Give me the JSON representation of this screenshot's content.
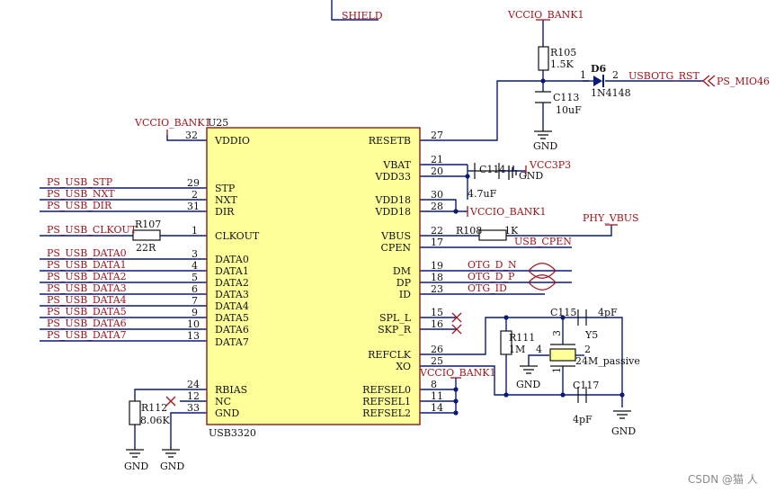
{
  "chip": {
    "ref": "U25",
    "part": "USB3320",
    "left_pins": [
      {
        "num": "32",
        "name": "VDDIO",
        "net": "VCCIO_BANK1"
      },
      {
        "num": "29",
        "name": "STP",
        "net": "PS_USB_STP"
      },
      {
        "num": "2",
        "name": "NXT",
        "net": "PS_USB_NXT"
      },
      {
        "num": "31",
        "name": "DIR",
        "net": "PS_USB_DIR"
      },
      {
        "num": "1",
        "name": "CLKOUT",
        "net": "PS_USB_CLKOUT"
      },
      {
        "num": "3",
        "name": "DATA0",
        "net": "PS_USB_DATA0"
      },
      {
        "num": "4",
        "name": "DATA1",
        "net": "PS_USB_DATA1"
      },
      {
        "num": "5",
        "name": "DATA2",
        "net": "PS_USB_DATA2"
      },
      {
        "num": "6",
        "name": "DATA3",
        "net": "PS_USB_DATA3"
      },
      {
        "num": "7",
        "name": "DATA4",
        "net": "PS_USB_DATA4"
      },
      {
        "num": "9",
        "name": "DATA5",
        "net": "PS_USB_DATA5"
      },
      {
        "num": "10",
        "name": "DATA6",
        "net": "PS_USB_DATA6"
      },
      {
        "num": "13",
        "name": "DATA7",
        "net": "PS_USB_DATA7"
      },
      {
        "num": "24",
        "name": "RBIAS",
        "net": ""
      },
      {
        "num": "12",
        "name": "NC",
        "net": ""
      },
      {
        "num": "33",
        "name": "GND",
        "net": ""
      }
    ],
    "right_pins": [
      {
        "num": "27",
        "name": "RESETB",
        "net": ""
      },
      {
        "num": "21",
        "name": "VBAT",
        "net": ""
      },
      {
        "num": "20",
        "name": "VDD33",
        "net": ""
      },
      {
        "num": "30",
        "name": "VDD18",
        "net": ""
      },
      {
        "num": "28",
        "name": "VDD18",
        "net": ""
      },
      {
        "num": "22",
        "name": "VBUS",
        "net": ""
      },
      {
        "num": "17",
        "name": "CPEN",
        "net": "USB_CPEN"
      },
      {
        "num": "19",
        "name": "DM",
        "net": "OTG_D_N"
      },
      {
        "num": "18",
        "name": "DP",
        "net": "OTG_D_P"
      },
      {
        "num": "23",
        "name": "ID",
        "net": "OTG_ID"
      },
      {
        "num": "15",
        "name": "SPL_L",
        "net": ""
      },
      {
        "num": "16",
        "name": "SKP_R",
        "net": ""
      },
      {
        "num": "26",
        "name": "REFCLK",
        "net": ""
      },
      {
        "num": "25",
        "name": "XO",
        "net": ""
      },
      {
        "num": "8",
        "name": "REFSEL0",
        "net": ""
      },
      {
        "num": "11",
        "name": "REFSEL1",
        "net": ""
      },
      {
        "num": "14",
        "name": "REFSEL2",
        "net": ""
      }
    ]
  },
  "nets": {
    "shield": "SHIELD",
    "vccio_top": "VCCIO_BANK1",
    "vccio_left": "VCCIO_BANK1",
    "vccio_vdd18": "VCCIO_BANK1",
    "vccio_refsel": "VCCIO_BANK1",
    "usbotg_rst": "USBOTG_RST",
    "ps_mio46": "PS_MIO46",
    "vcc3p3": "VCC3P3",
    "phy_vbus": "PHY_VBUS",
    "gnd": "GND"
  },
  "parts": {
    "r105": {
      "ref": "R105",
      "value": "1.5K"
    },
    "d6": {
      "ref": "D6",
      "value": "1N4148",
      "pin1": "1",
      "pin2": "2"
    },
    "c113": {
      "ref": "C113",
      "value": "10uF"
    },
    "c114": {
      "ref": "C114",
      "value": "4.7uF"
    },
    "r107": {
      "ref": "R107",
      "value": "22R"
    },
    "r108": {
      "ref": "R108",
      "value": "1K"
    },
    "r111": {
      "ref": "R111",
      "value": "1M"
    },
    "r112": {
      "ref": "R112",
      "value": "8.06K"
    },
    "c115": {
      "ref": "C115",
      "value": "4pF"
    },
    "c117": {
      "ref": "C117",
      "value": "4pF"
    },
    "y5": {
      "ref": "Y5",
      "value": "24M_passive",
      "p1": "1",
      "p2": "2",
      "p3": "3",
      "p4": "4"
    }
  },
  "watermark": "CSDN @猫 人",
  "colors": {
    "wire": "#0a1a7a",
    "label": "#a3141b",
    "chip_fill": "#ffff99"
  }
}
